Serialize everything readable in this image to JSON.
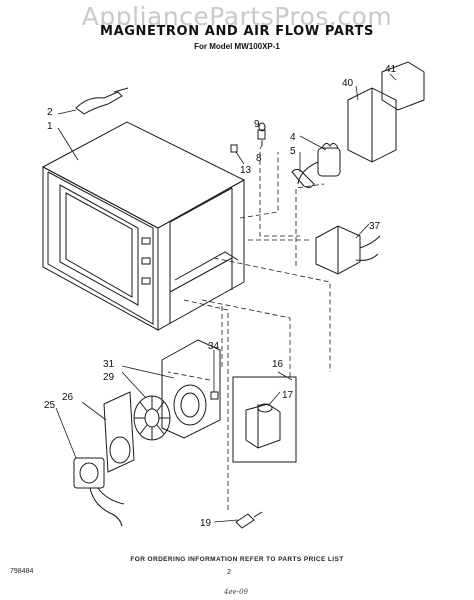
{
  "watermark": "AppliancePartsPros.com",
  "title": "MAGNETRON AND AIR FLOW PARTS",
  "model": "For Model MW100XP-1",
  "callouts": [
    "2",
    "1",
    "9",
    "8",
    "13",
    "4",
    "5",
    "40",
    "41",
    "37",
    "34",
    "31",
    "29",
    "26",
    "25",
    "16",
    "17",
    "19"
  ],
  "footer": "FOR ORDERING INFORMATION REFER TO PARTS PRICE LIST",
  "doc_code": "798484",
  "page_number": "2",
  "handwritten": "4ee-09"
}
